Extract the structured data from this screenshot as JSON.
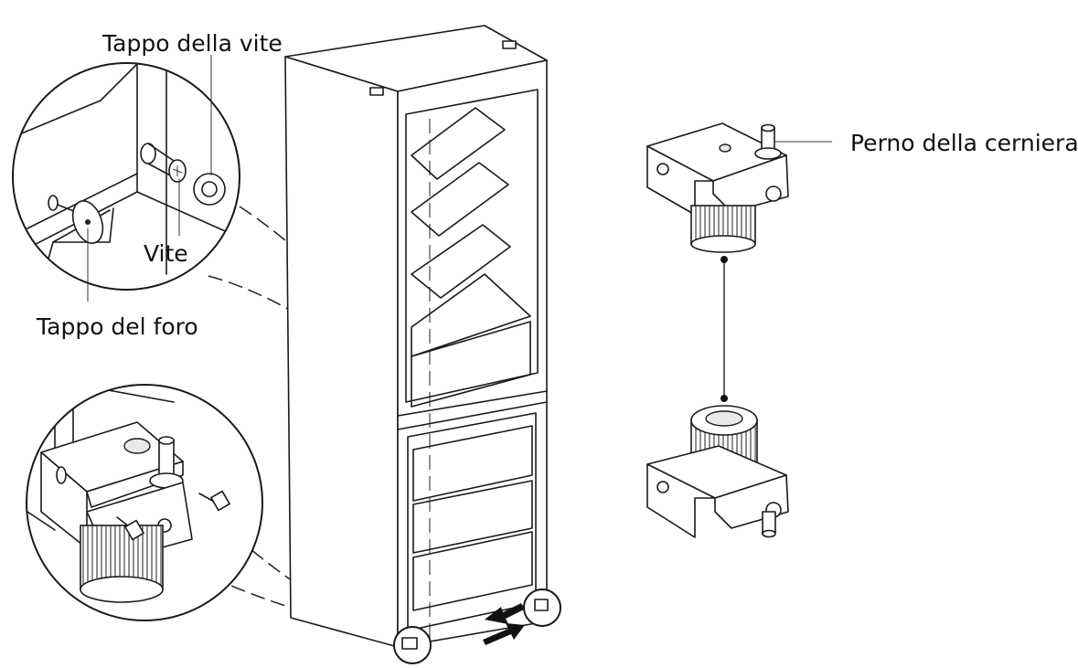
{
  "labels": {
    "screw_cap": "Tappo della vite",
    "screw": "Vite",
    "hole_cap": "Tappo del foro",
    "hinge_pin": "Perno della cerniera"
  },
  "icons": [
    "magnified-detail-top",
    "magnified-detail-bottom",
    "refrigerator",
    "hinge-top",
    "hinge-bottom",
    "double-arrow"
  ]
}
